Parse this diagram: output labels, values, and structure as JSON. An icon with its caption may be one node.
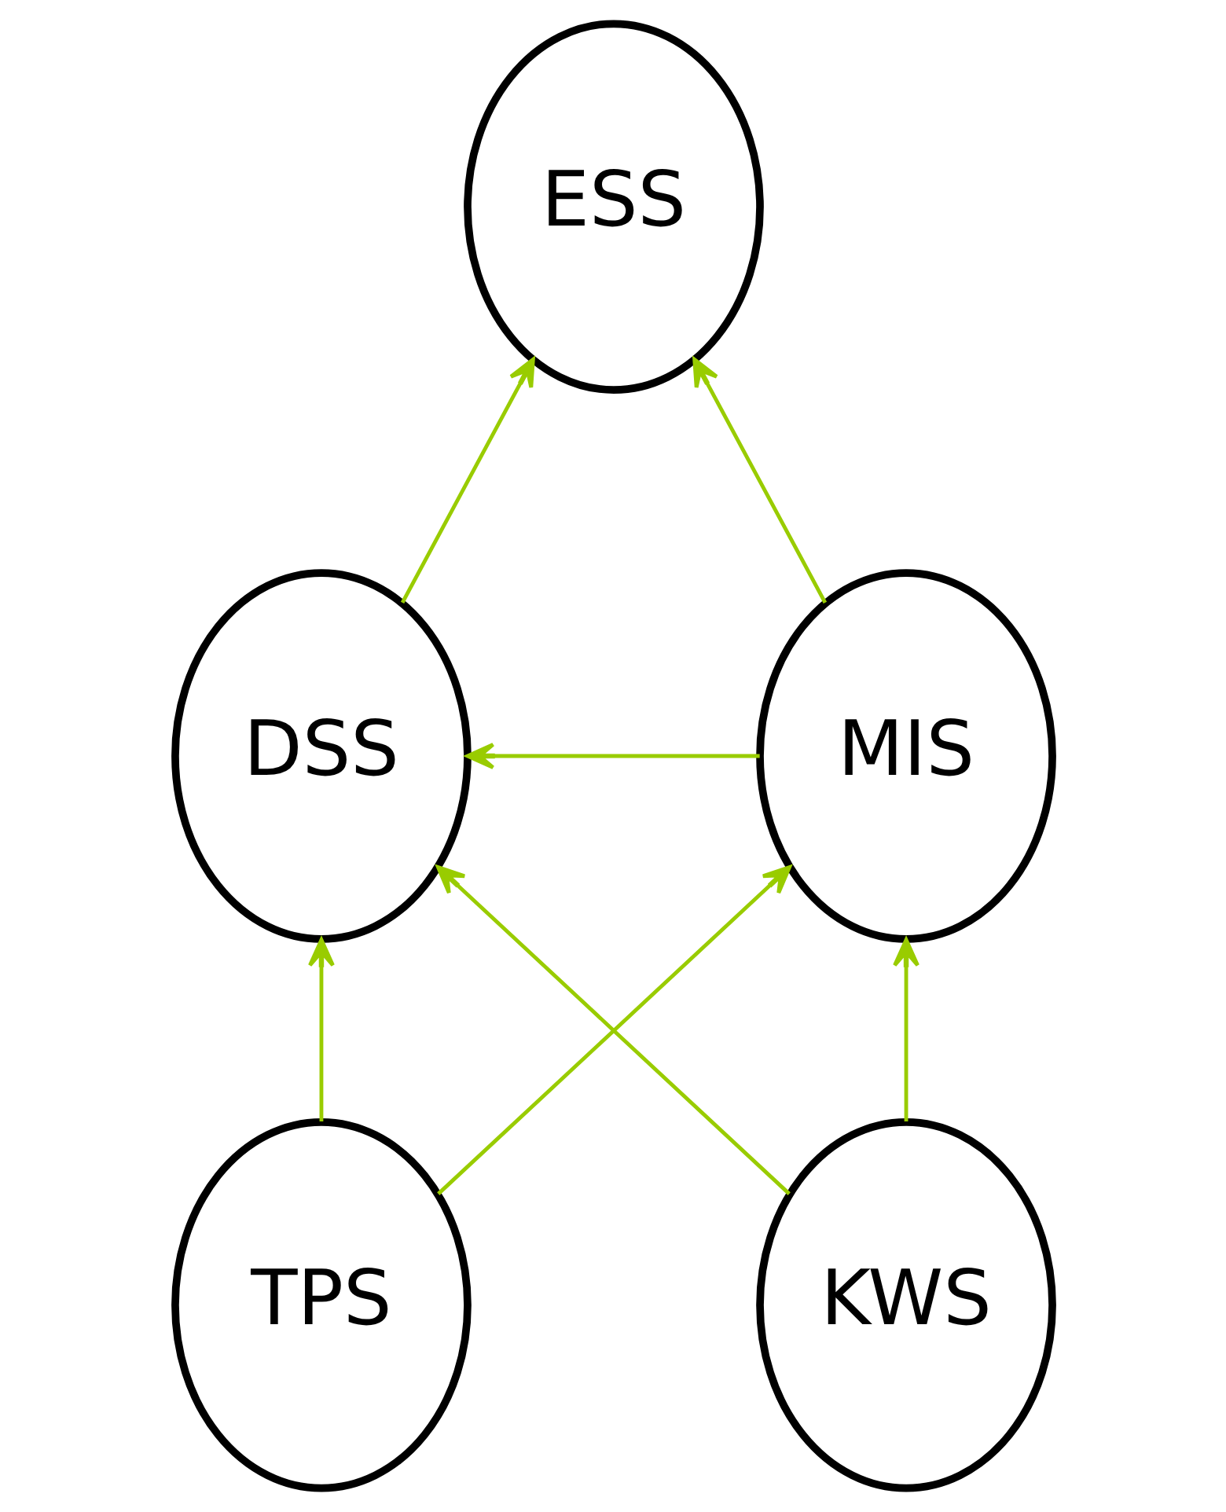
{
  "diagram": {
    "nodes": [
      {
        "text": [
          "ESS"
        ]
      },
      {
        "text": [
          "DSS"
        ]
      },
      {
        "text": [
          "MIS"
        ]
      },
      {
        "text": [
          "TPS"
        ]
      },
      {
        "text": [
          "KWS"
        ]
      }
    ],
    "edges": [
      {
        "from": 1,
        "to": 0,
        "arrow": "to"
      },
      {
        "from": 2,
        "to": 0,
        "arrow": "to"
      },
      {
        "from": 2,
        "to": 1,
        "arrow": "to"
      },
      {
        "from": 3,
        "to": 1,
        "arrow": "to"
      },
      {
        "from": 3,
        "to": 2,
        "arrow": "to"
      },
      {
        "from": 4,
        "to": 1,
        "arrow": "to"
      },
      {
        "from": 4,
        "to": 2,
        "arrow": "to"
      }
    ]
  }
}
